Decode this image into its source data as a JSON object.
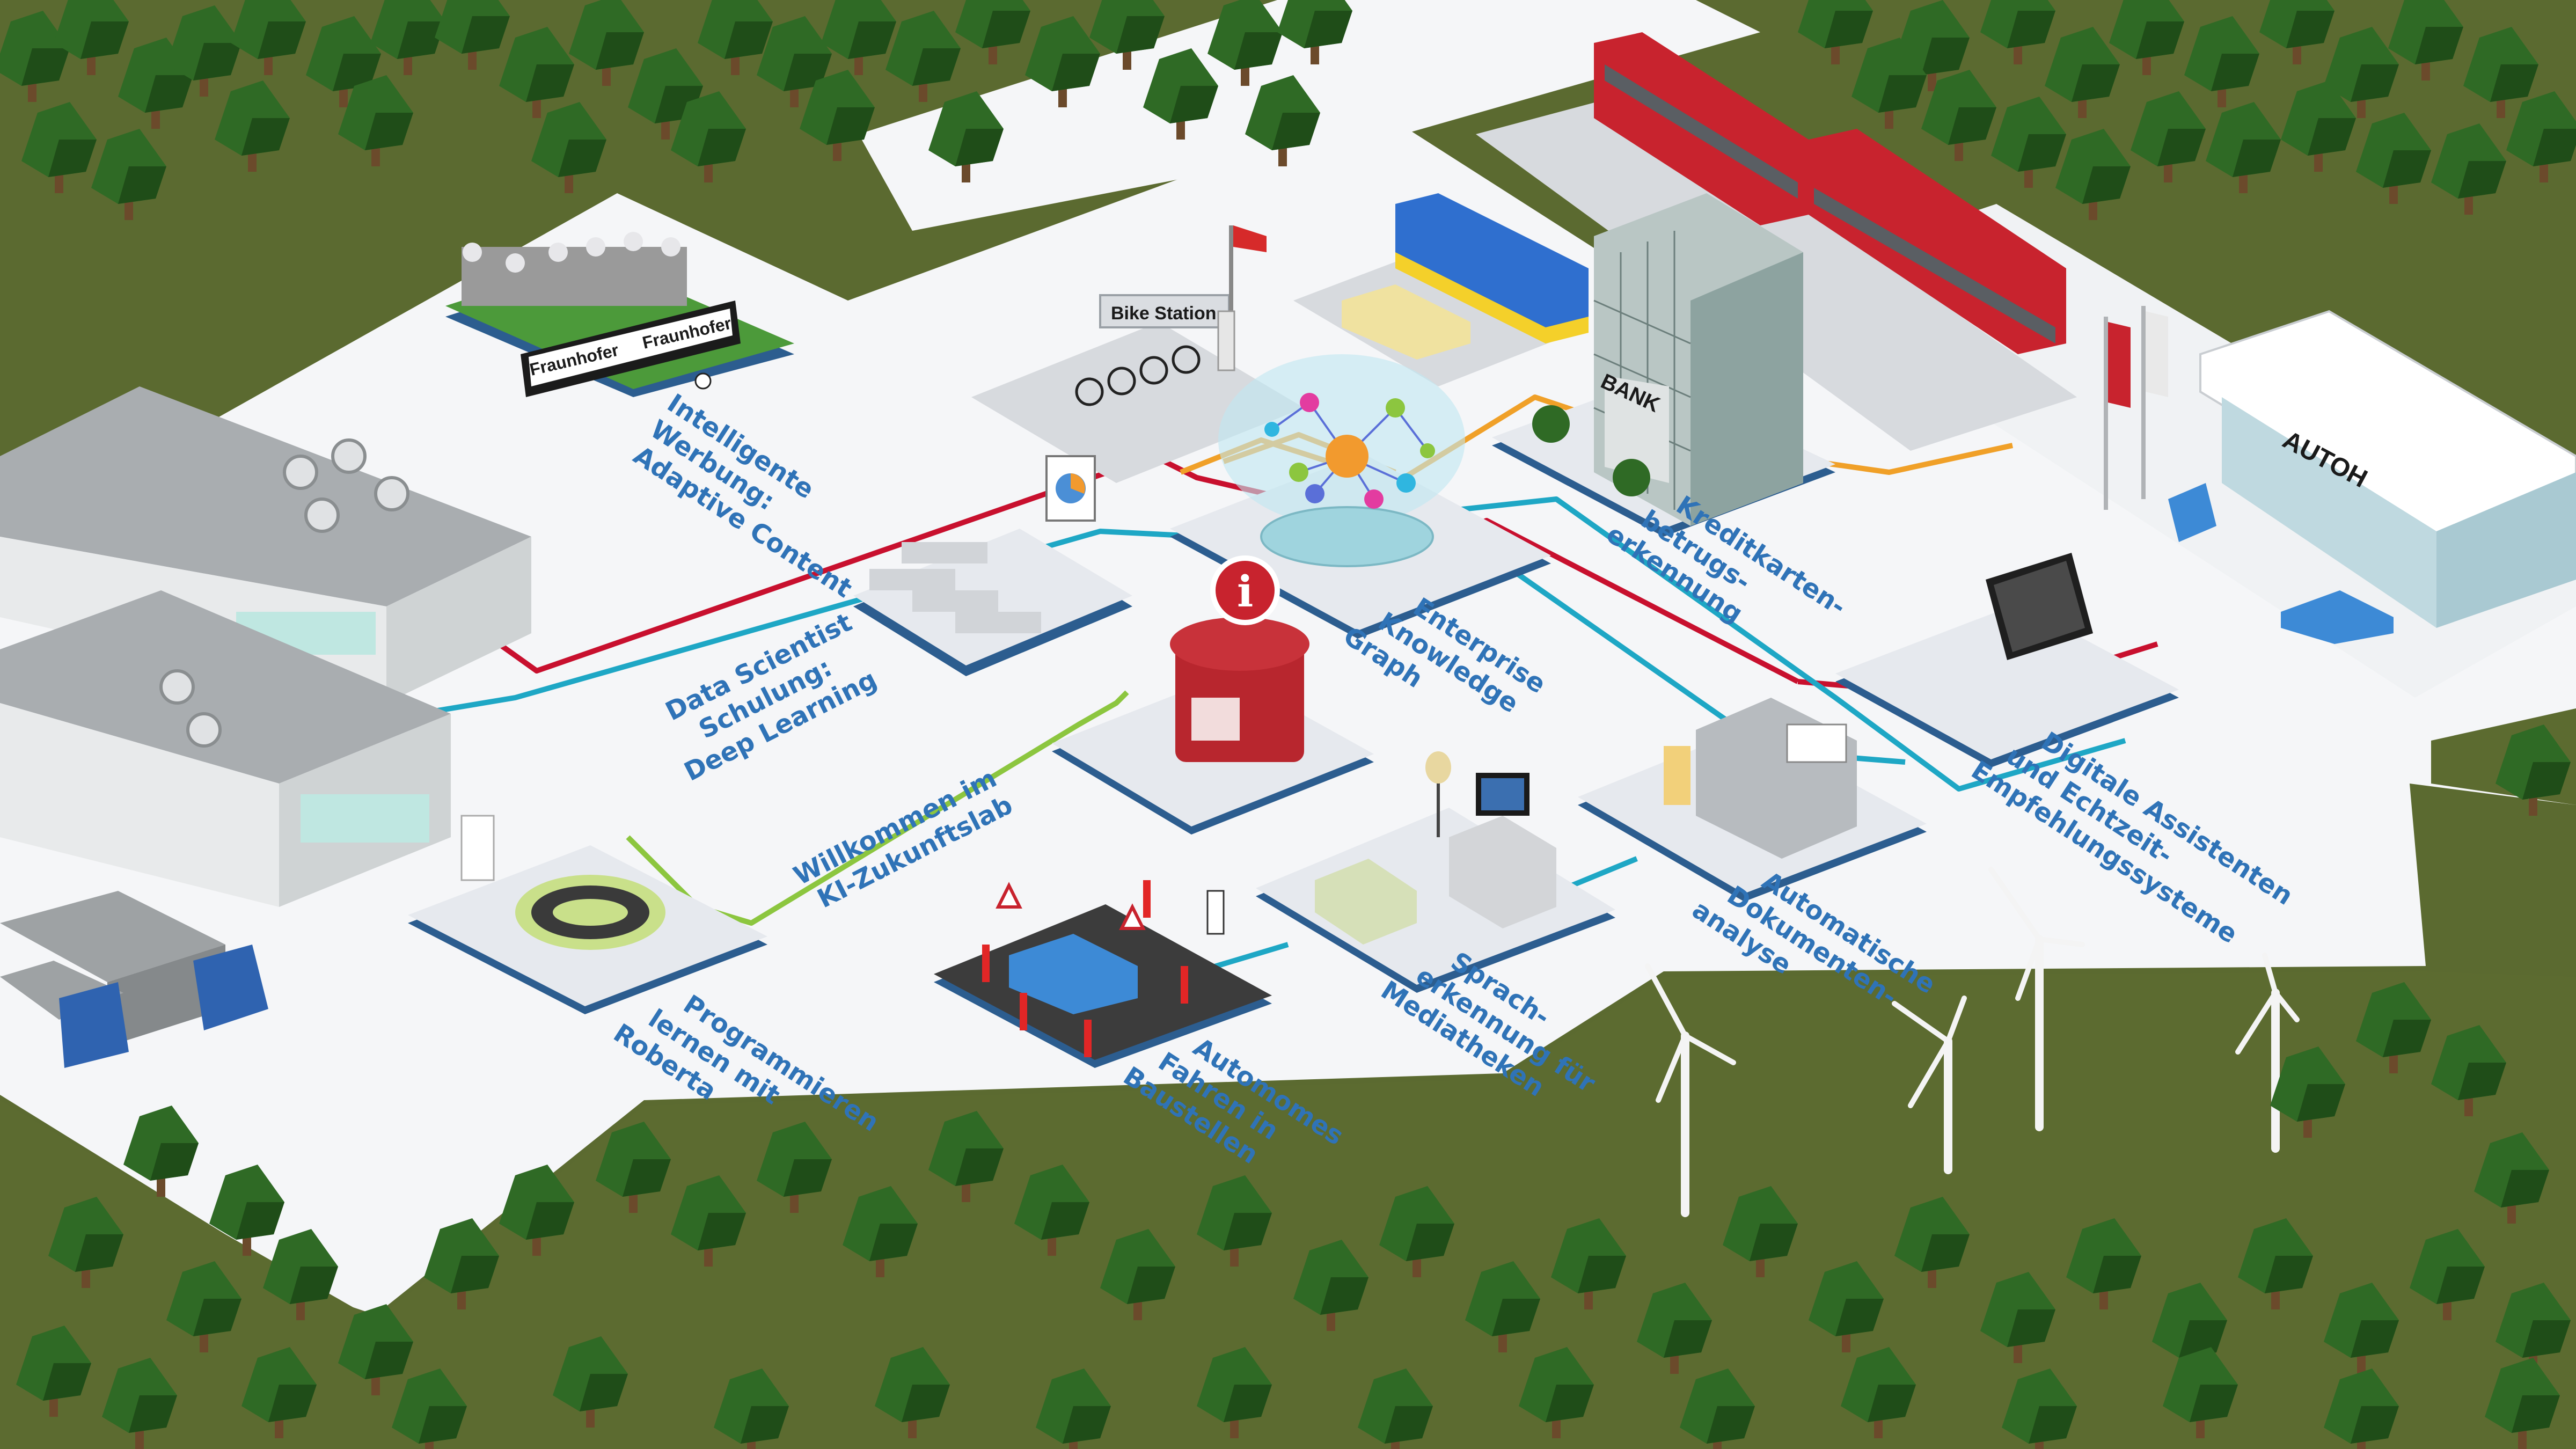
{
  "colors": {
    "grass": "#59672f",
    "platform": "#f3f5f7",
    "platform_edge": "#2c5d8f",
    "label": "#2f73b7",
    "line_red": "#c8102e",
    "line_cyan": "#1ea7c5",
    "line_orange": "#f0a028",
    "line_green": "#8cc63f",
    "tree": "#2f6a25",
    "tree_dark": "#1f4d18",
    "trunk": "#6b4a2b",
    "train": "#c8232e",
    "bus": "#2f6fcf",
    "car_blue": "#3d8ad6",
    "building_glass": "#cfe6e3"
  },
  "stations": {
    "werbung": {
      "lines": [
        "Intelligente",
        "Werbung:",
        "Adaptive Content"
      ]
    },
    "schulung": {
      "lines": [
        "Data Scientist",
        "Schulung:",
        "Deep Learning"
      ]
    },
    "willkommen": {
      "lines": [
        "Willkommen im",
        "KI-Zukunftslab"
      ]
    },
    "roberta": {
      "lines": [
        "Programmieren",
        "lernen mit",
        "Roberta"
      ]
    },
    "autonom": {
      "lines": [
        "Automomes",
        "Fahren in",
        "Baustellen"
      ]
    },
    "sprache": {
      "lines": [
        "Sprach-",
        "erkennung für",
        "Mediatheken"
      ]
    },
    "dokumente": {
      "lines": [
        "Automatische",
        "Dokumenten-",
        "analyse"
      ]
    },
    "knowledge": {
      "lines": [
        "Enterprise",
        "Knowledge",
        "Graph"
      ]
    },
    "kredit": {
      "lines": [
        "Kreditkarten-",
        "betrugs-",
        "erkennung"
      ]
    },
    "assistenten": {
      "lines": [
        "Digitale Assistenten",
        "und Echtzeit-",
        "Empfehlungssysteme"
      ]
    }
  },
  "signs": {
    "bike_station": "Bike Station",
    "fraunhofer": "Fraunhofer",
    "bank": "BANK",
    "autohaus": "AUTOH",
    "info": "i"
  },
  "icons": {
    "info": "info-icon",
    "traffic": "traffic-sign-icon"
  }
}
